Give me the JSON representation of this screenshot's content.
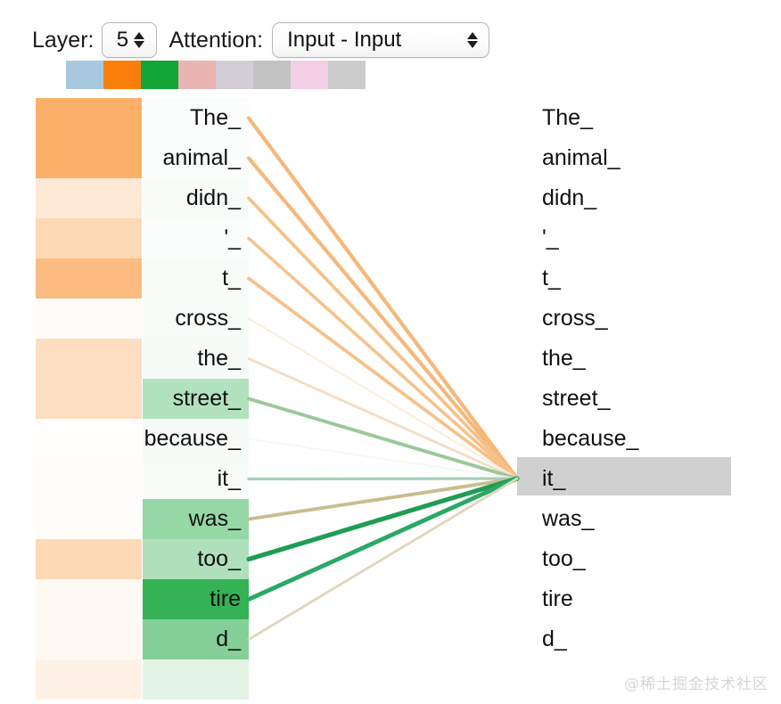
{
  "toolbar": {
    "layer_label": "Layer:",
    "layer_value": "5",
    "attention_label": "Attention:",
    "attention_value": "Input - Input",
    "spinner_up_icon": "triangle-up-icon",
    "spinner_down_icon": "triangle-down-icon",
    "select_arrows_icon": "select-arrows-icon"
  },
  "swatches": {
    "colors": [
      "#a8c8e0",
      "#f97f0d",
      "#13a538",
      "#e9b4b2",
      "#d3cdd6",
      "#c2c2c2",
      "#f2cfe4",
      "#cccccc"
    ],
    "names": [
      "head-1-blue",
      "head-2-orange",
      "head-3-green",
      "head-4-pink",
      "head-5-lavender",
      "head-6-gray",
      "head-7-magenta",
      "head-8-gray"
    ]
  },
  "source_tokens": [
    "The_",
    "animal_",
    "didn_",
    "'_",
    "t_",
    "cross_",
    "the_",
    "street_",
    "because_",
    "it_",
    "was_",
    "too_",
    "tire",
    "d_"
  ],
  "target_tokens": [
    "The_",
    "animal_",
    "didn_",
    "'_",
    "t_",
    "cross_",
    "the_",
    "street_",
    "because_",
    "it_",
    "was_",
    "too_",
    "tire",
    "d_"
  ],
  "focused_token": "it_",
  "focused_token_index": 9,
  "focus_highlight_color": "#d0d0d0",
  "chart_data": {
    "type": "heatmap",
    "title": "",
    "xlabel": "",
    "ylabel": "",
    "series": [
      {
        "name": "orange-head",
        "color": "#f97f0d",
        "values": [
          0.62,
          0.62,
          0.17,
          0.3,
          0.52,
          0.03,
          0.26,
          0.26,
          0.01,
          0.02,
          0.02,
          0.3,
          0.05,
          0.05,
          0.1
        ]
      },
      {
        "name": "green-head",
        "color": "#13a538",
        "values": [
          0.02,
          0.02,
          0.03,
          0.02,
          0.03,
          0.03,
          0.04,
          0.33,
          0.04,
          0.03,
          0.45,
          0.34,
          0.86,
          0.52,
          0.12
        ]
      }
    ],
    "edges": [
      {
        "from": 0,
        "color": "#f5b87a",
        "weight": 0.34
      },
      {
        "from": 1,
        "color": "#f5b87a",
        "weight": 0.33
      },
      {
        "from": 2,
        "color": "#f6c189",
        "weight": 0.28
      },
      {
        "from": 3,
        "color": "#f6c189",
        "weight": 0.25
      },
      {
        "from": 4,
        "color": "#f6c189",
        "weight": 0.28
      },
      {
        "from": 5,
        "color": "#faeede",
        "weight": 0.1
      },
      {
        "from": 6,
        "color": "#f4ddc4",
        "weight": 0.17
      },
      {
        "from": 7,
        "color": "#9dc79b",
        "weight": 0.3
      },
      {
        "from": 8,
        "color": "#f3f7f3",
        "weight": 0.07
      },
      {
        "from": 9,
        "color": "#a9cfb8",
        "weight": 0.22
      },
      {
        "from": 10,
        "color": "#c9bc8e",
        "weight": 0.3
      },
      {
        "from": 11,
        "color": "#1f9d54",
        "weight": 0.46
      },
      {
        "from": 12,
        "color": "#2aa866",
        "weight": 0.42
      },
      {
        "from": 13,
        "color": "#e0d6bd",
        "weight": 0.16
      }
    ],
    "convergence_point": {
      "x": 580,
      "y": 537
    }
  },
  "watermark": "@稀土掘金技术社区"
}
